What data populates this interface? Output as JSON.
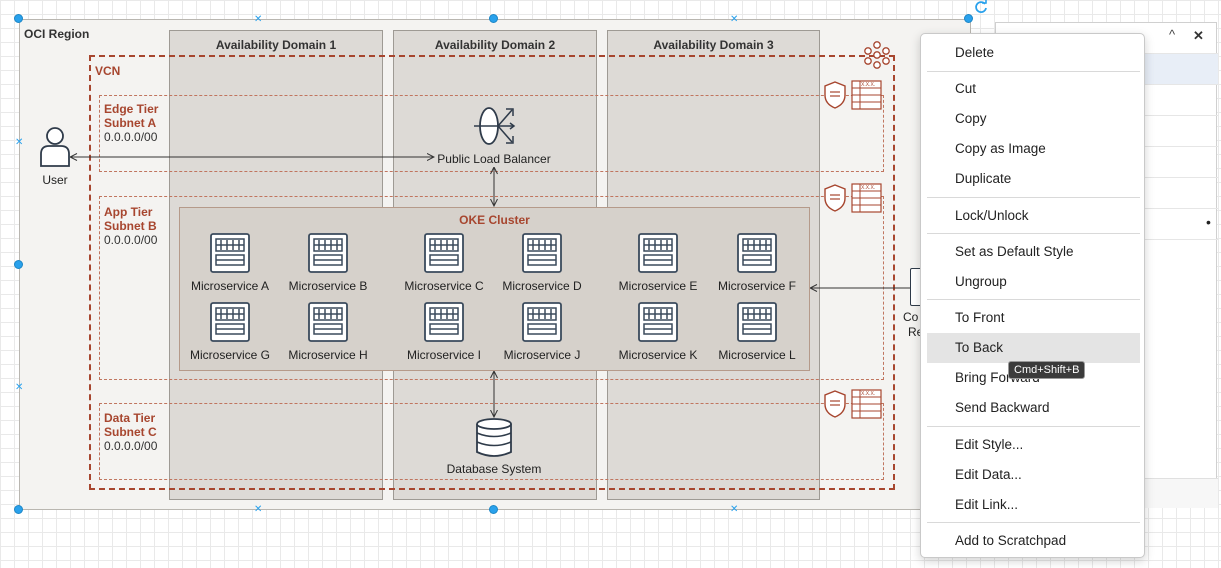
{
  "diagram": {
    "region_title": "OCI Region",
    "vcn_label": "VCN",
    "availability_domains": [
      "Availability Domain 1",
      "Availability Domain 2",
      "Availability Domain 3"
    ],
    "tiers": {
      "edge": {
        "name_line1": "Edge Tier",
        "name_line2": "Subnet A",
        "cidr": "0.0.0.0/00"
      },
      "app": {
        "name_line1": "App Tier",
        "name_line2": "Subnet B",
        "cidr": "0.0.0.0/00"
      },
      "data": {
        "name_line1": "Data Tier",
        "name_line2": "Subnet C",
        "cidr": "0.0.0.0/00"
      }
    },
    "user_label": "User",
    "load_balancer_label": "Public Load Balancer",
    "oke_title": "OKE Cluster",
    "microservices": [
      "Microservice A",
      "Microservice B",
      "Microservice C",
      "Microservice D",
      "Microservice E",
      "Microservice F",
      "Microservice G",
      "Microservice H",
      "Microservice I",
      "Microservice J",
      "Microservice K",
      "Microservice L"
    ],
    "database_label": "Database System",
    "partial_right_label_1": "Co",
    "partial_right_label_2": "Re",
    "security_list_text": "X.X.X."
  },
  "panel": {
    "collapse_glyph": "^",
    "close_glyph": "✕",
    "dot_glyph": "•"
  },
  "context_menu": {
    "items": [
      "Delete",
      "Cut",
      "Copy",
      "Copy as Image",
      "Duplicate",
      "Lock/Unlock",
      "Set as Default Style",
      "Ungroup",
      "To Front",
      "To Back",
      "Bring Forward",
      "Send Backward",
      "Edit Style...",
      "Edit Data...",
      "Edit Link...",
      "Add to Scratchpad"
    ],
    "hovered_item": "To Back",
    "tooltip": "Cmd+Shift+B"
  },
  "colors": {
    "accent_oracle": "#a7462f",
    "selection": "#29a1ec"
  }
}
